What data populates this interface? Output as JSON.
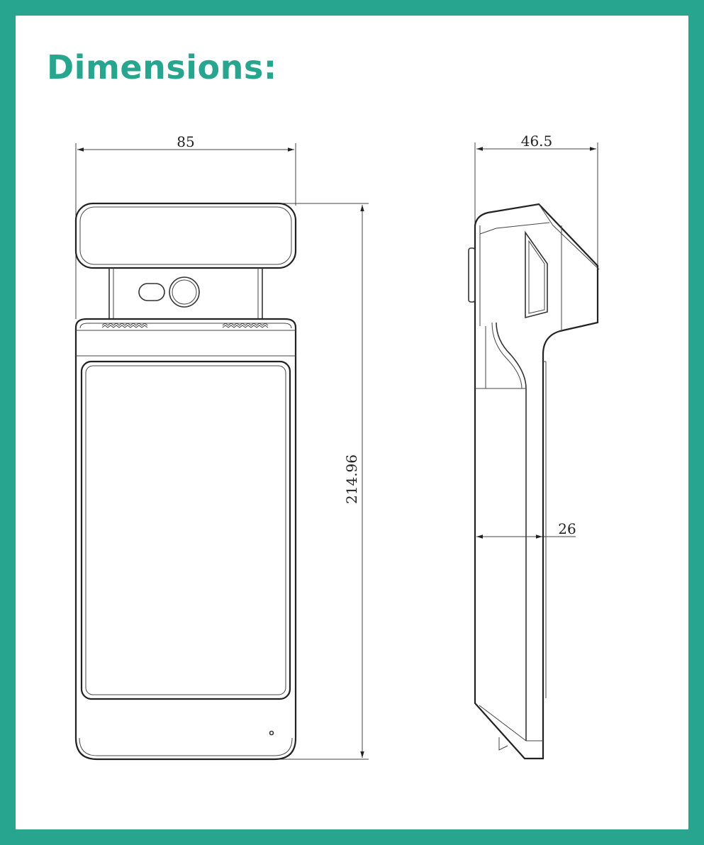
{
  "heading": "Dimensions:",
  "front_view": {
    "width_label": "85",
    "height_label": "214.96"
  },
  "side_view": {
    "depth_label": "46.5",
    "body_depth_label": "26"
  },
  "colors": {
    "accent": "#27a58f",
    "line": "#222222"
  }
}
